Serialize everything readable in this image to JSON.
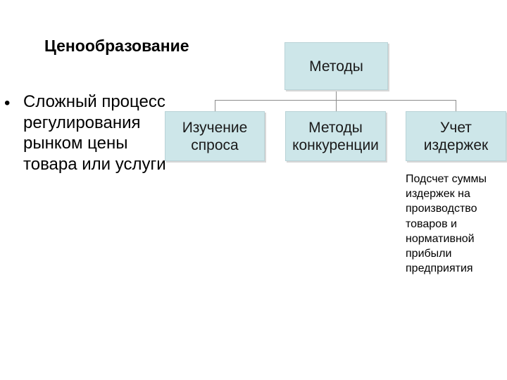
{
  "slide": {
    "title": "Ценообразование",
    "bullet_marker": "•",
    "bullet_text": "Сложный процесс регулирования рынком цены товара или услуги"
  },
  "diagram": {
    "root": "Методы",
    "children": [
      "Изучение спроса",
      "Методы конкуренции",
      "Учет издержек"
    ],
    "note": "Подсчет суммы издержек на производство товаров и нормативной прибыли предприятия"
  },
  "colors": {
    "box_fill": "#cde6e9",
    "connector": "#8c8c8c"
  }
}
